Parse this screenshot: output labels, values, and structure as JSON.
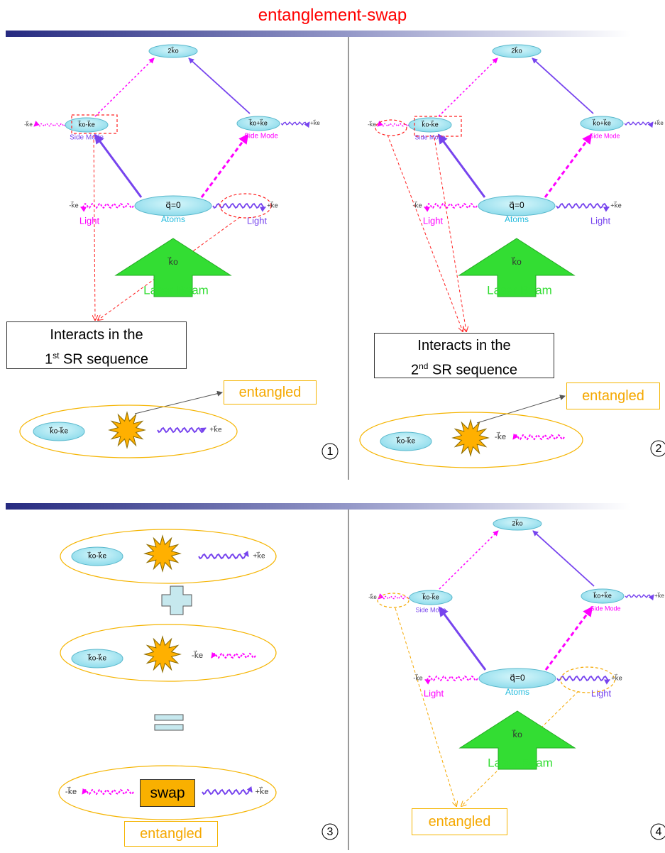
{
  "title": "entanglement-swap",
  "nodes": {
    "two_k0": "2k⃗o",
    "k0_minus_ke": "k⃗o-k⃗e",
    "k0_plus_ke": "k⃗o+k⃗e",
    "q0": "q⃗=0",
    "k0": "k⃗o",
    "minus_ke": "-k⃗e",
    "plus_ke": "+k⃗e"
  },
  "labels": {
    "side_mode": "Side Mode",
    "light": "Light",
    "atoms": "Atoms",
    "laser_beam": "Laser Beam",
    "entangled": "entangled",
    "swap": "swap"
  },
  "panel1": {
    "interacts_line1": "Interacts in the",
    "interacts_ordinal": "1",
    "interacts_sup": "st",
    "interacts_rest": " SR sequence",
    "number": "1"
  },
  "panel2": {
    "interacts_line1": "Interacts in the",
    "interacts_ordinal": "2",
    "interacts_sup": "nd",
    "interacts_rest": " SR sequence",
    "number": "2"
  },
  "panel3": {
    "number": "3"
  },
  "panel4": {
    "number": "4"
  },
  "colors": {
    "title": "#ff0000",
    "ellipse_fill": "#9fe6f0",
    "magenta": "#ff00ff",
    "violet": "#7744ee",
    "green": "#33dd33",
    "orange": "#f5a800",
    "red_dash": "#ff2222",
    "star": "#ffb000"
  }
}
